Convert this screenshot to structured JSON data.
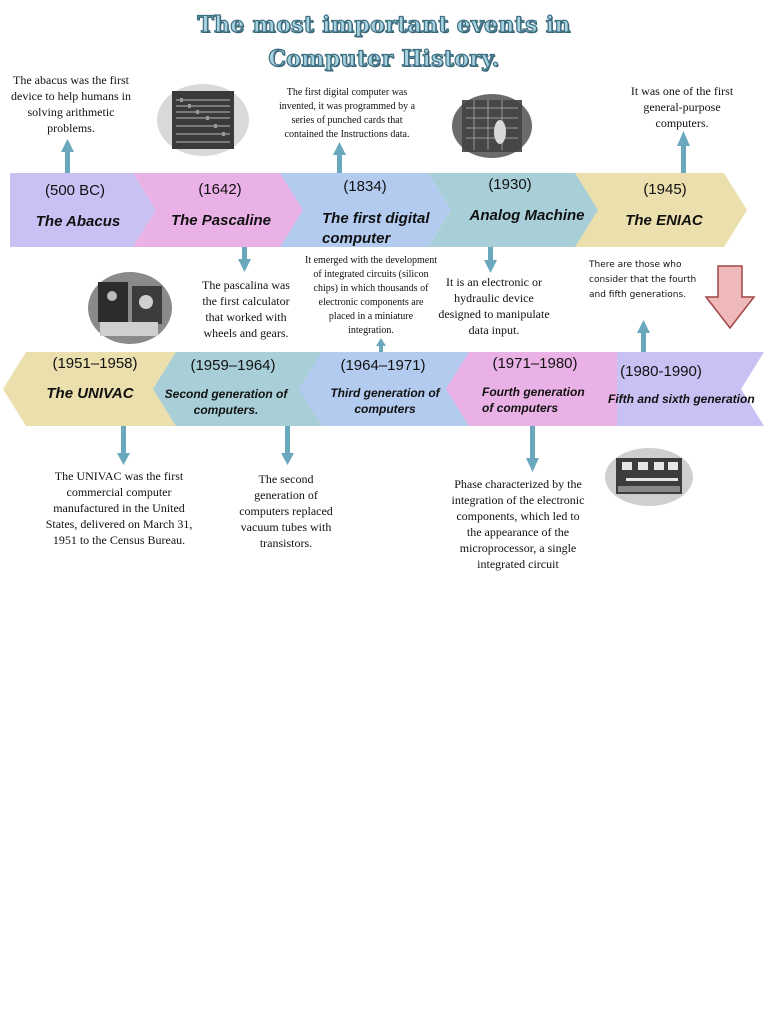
{
  "title": {
    "line1": "The most important events in",
    "line2": "Computer History."
  },
  "colors": {
    "abacus": "#c9c1f3",
    "pascaline": "#eab1e6",
    "digital": "#b2cbef",
    "analog": "#a8cfd8",
    "eniac": "#ebdfad",
    "connector": "#6aa9bd",
    "down_arrow": "#f0b9b9"
  },
  "row1": [
    {
      "year": "(500 BC)",
      "name": "The Abacus",
      "desc": "The abacus was the first device to help humans in solving arithmetic problems."
    },
    {
      "year": "(1642)",
      "name": "The Pascaline",
      "desc": "The pascalina was the first calculator that worked with wheels and gears."
    },
    {
      "year": "(1834)",
      "name_line1": "The first digital",
      "name_line2": "computer",
      "desc": "The first digital computer was invented, it was programmed by a series of punched cards that contained the Instructions data."
    },
    {
      "year": "(1930)",
      "name": "Analog Machine",
      "desc": "It is an electronic or hydraulic device designed to manipulate data input."
    },
    {
      "year": "(1945)",
      "name": "The ENIAC",
      "desc": "It was one of the first general-purpose computers."
    }
  ],
  "row2": [
    {
      "year": "(1951–1958)",
      "name": "The UNIVAC",
      "desc": "The UNIVAC was the first commercial computer manufactured in the United States, delivered on March 31, 1951 to the Census Bureau."
    },
    {
      "year": "(1959–1964)",
      "name_line1": "Second generation of",
      "name_line2": "computers.",
      "desc": "The second generation of computers replaced vacuum tubes with transistors."
    },
    {
      "year": "(1964–1971)",
      "name_line1": "Third generation of",
      "name_line2": "computers",
      "desc": "It emerged with the development of integrated circuits (silicon chips) in which thousands of electronic components are placed in a miniature integration."
    },
    {
      "year": "(1971–1980)",
      "name_line1": "Fourth generation",
      "name_line2": "of computers",
      "desc": "Phase characterized by the integration of the electronic components, which led to the appearance of the microprocessor, a single integrated circuit"
    },
    {
      "year": "(1980-1990)",
      "name": "Fifth and sixth generation",
      "desc": "There are those who consider that the fourth and fifth generations."
    }
  ]
}
